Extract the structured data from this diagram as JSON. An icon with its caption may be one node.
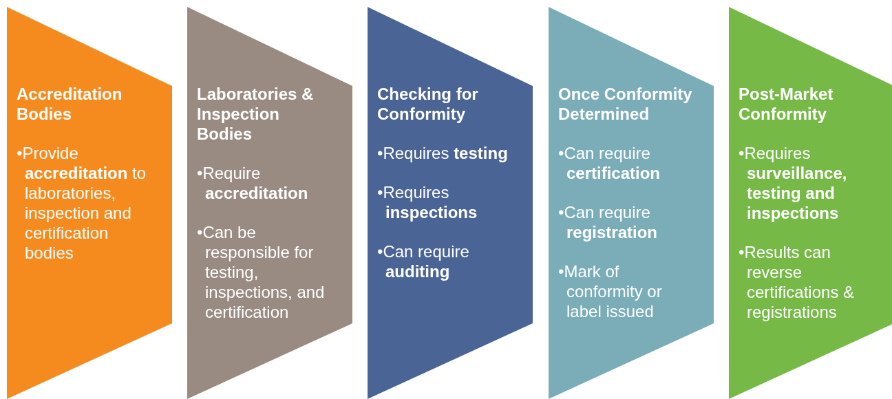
{
  "diagram": {
    "nodes": [
      {
        "text": [
          "Accreditation Bodies",
          "•Provide **accreditation** to laboratories, inspection and certification bodies"
        ]
      },
      {
        "text": [
          "Laboratories & Inspection Bodies",
          "•Require **accreditation**",
          "•Can be responsible for testing, inspections, and certification"
        ]
      },
      {
        "text": [
          "Checking for Conformity",
          "•Requires **testing**",
          "•Requires **inspections**",
          "•Can require **auditing**"
        ]
      },
      {
        "text": [
          "Once Conformity Determined",
          "•Can require **certification**",
          "•Can require **registration**",
          "•Mark of conformity or label issued"
        ]
      },
      {
        "text": [
          "Post-Market Conformity",
          "•Requires **surveillance, testing and inspections**",
          "•Results can reverse certifications & registrations"
        ]
      }
    ]
  }
}
